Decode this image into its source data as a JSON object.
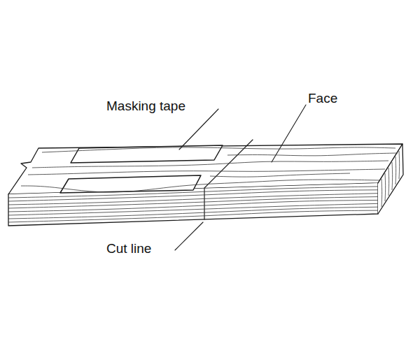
{
  "diagram": {
    "labels": [
      "Masking tape",
      "Face",
      "Cut line"
    ]
  }
}
